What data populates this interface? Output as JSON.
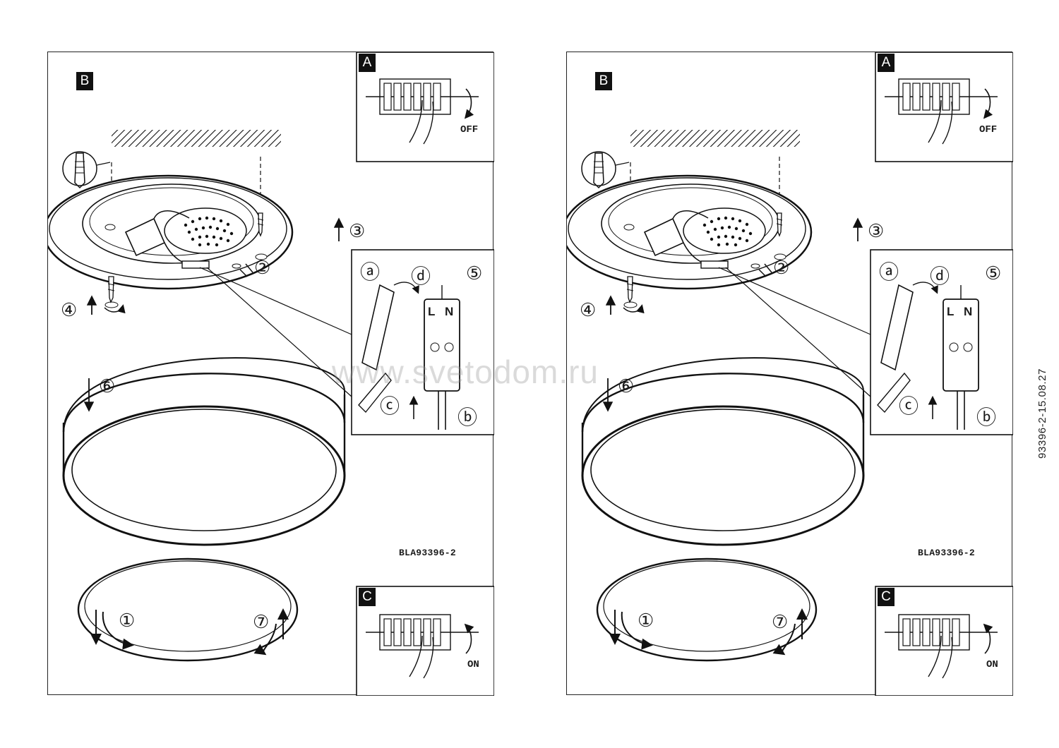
{
  "sheets": [
    {
      "step_tags": {
        "main": "B",
        "power_off": "A",
        "power_on": "C"
      },
      "switch_labels": {
        "off": "OFF",
        "on": "ON"
      },
      "model_code": "BLA93396-2",
      "steps": [
        "①",
        "②",
        "③",
        "④",
        "⑤",
        "⑥",
        "⑦"
      ],
      "wiring": {
        "a": "ⓐ",
        "b": "ⓑ",
        "c": "ⓒ",
        "d": "ⓓ",
        "live": "L",
        "neutral": "N"
      }
    },
    {
      "step_tags": {
        "main": "B",
        "power_off": "A",
        "power_on": "C"
      },
      "switch_labels": {
        "off": "OFF",
        "on": "ON"
      },
      "model_code": "BLA93396-2",
      "steps": [
        "①",
        "②",
        "③",
        "④",
        "⑤",
        "⑥",
        "⑦"
      ],
      "wiring": {
        "a": "ⓐ",
        "b": "ⓑ",
        "c": "ⓒ",
        "d": "ⓓ",
        "live": "L",
        "neutral": "N"
      }
    }
  ],
  "document_code": "93396-2-15.08.27",
  "watermark": "www.svetodom.ru"
}
